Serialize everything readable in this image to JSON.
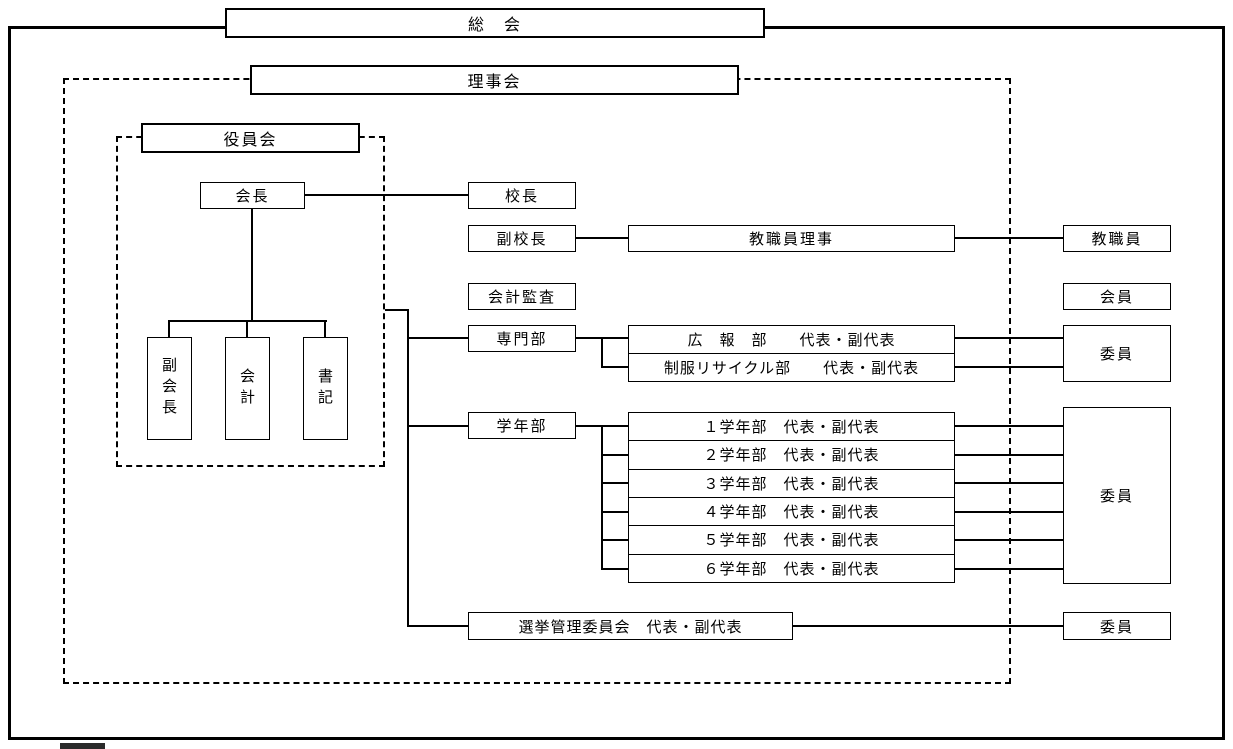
{
  "chart": {
    "soukai": "総　会",
    "rijikai": "理事会",
    "yakuinkai": "役員会",
    "kaichou": "会長",
    "kouchou": "校長",
    "fuku_kouchou": "副校長",
    "kyoushokuin_riji": "教職員理事",
    "kyoushokuin": "教職員",
    "kaikei_kansa": "会計監査",
    "kaiin": "会員",
    "senmonbu": "専門部",
    "senmon_rows": [
      "広　報　部　　代表・副代表",
      "制服リサイクル部　　代表・副代表"
    ],
    "iin_senmon": "委員",
    "gakunenbu": "学年部",
    "gakunen_rows": [
      "１学年部　代表・副代表",
      "２学年部　代表・副代表",
      "３学年部　代表・副代表",
      "４学年部　代表・副代表",
      "５学年部　代表・副代表",
      "６学年部　代表・副代表"
    ],
    "iin_gakunen": "委員",
    "senkyo": "選挙管理委員会　代表・副代表",
    "iin_senkyo": "委員",
    "fuku_kaichou": "副会長",
    "kaikei": "会計",
    "shoki": "書記"
  },
  "colors": {
    "line": "#000000",
    "background": "#ffffff"
  }
}
